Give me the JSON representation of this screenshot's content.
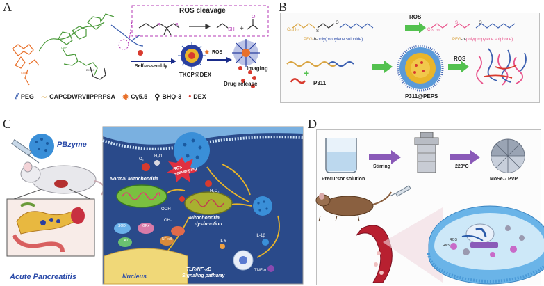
{
  "panels": {
    "A": {
      "letter": "A",
      "ros_cleavage": "ROS cleavage",
      "self_assembly": "Self-assembly",
      "product": "TKCP@DEX",
      "ros": "ROS",
      "imaging": "Imaging",
      "drug_release": "Drug release",
      "legend": [
        {
          "label": "PEG",
          "color": "#3b5fb0"
        },
        {
          "label": "CAPCDWRVIIPPRPSA",
          "color": "#d9a441"
        },
        {
          "label": "Cy5.5",
          "color": "#e8702a"
        },
        {
          "label": "BHQ-3",
          "color": "#222222"
        },
        {
          "label": "DEX",
          "color": "#d83a2e"
        }
      ],
      "struct_labels": [
        "Cy5.5",
        "CAP",
        "BHQ-3"
      ]
    },
    "B": {
      "letter": "B",
      "ros_top": "ROS",
      "peg_a": "PEG",
      "b_a": "-b-",
      "poly_a": "poly(propylene sulphide)",
      "peg_b": "PEG",
      "b_b": "-b-",
      "poly_b": "poly(propylene sulphone)",
      "p311": "P311",
      "product": "P311@PEPS",
      "ros_bottom": "ROS",
      "plus": "+"
    },
    "C": {
      "letter": "C",
      "pbzyme": "PBzyme",
      "disease": "Acute Pancreatitis",
      "normal_mito": "Normal Mitochondria",
      "ros_scavenging": "ROS scavenging",
      "mito_dys_1": "Mitochondria",
      "mito_dys_2": "dysfunction",
      "nucleus": "Nucleus",
      "pathway_1": "TLR/NF-κB",
      "pathway_2": "Signaling pathway",
      "il6": "IL-6",
      "il1b": "IL-1β",
      "tnfa": "TNF-α",
      "sod": "SOD",
      "gpx": "GPx",
      "cat": "CAT",
      "nfkb": "NF-κB",
      "o2": "O₂",
      "h2o": "H₂O",
      "h2o2": "H₂O₂",
      "oh": "OH·",
      "ooh": "OOH"
    },
    "D": {
      "letter": "D",
      "precursor": "Precursor solution",
      "stirring": "Stirring",
      "temp": "220°C",
      "product": "MoSe₂- PVP",
      "ros": "ROS",
      "rns": "RNS"
    }
  },
  "colors": {
    "peg_blue": "#3b5fb0",
    "arrow_green": "#53c14f",
    "arrow_purple": "#8a5ab8",
    "arrow_yellow": "#e9b52a",
    "cell_blue": "#2c5aa0",
    "text_blue": "#2a4aa8"
  }
}
